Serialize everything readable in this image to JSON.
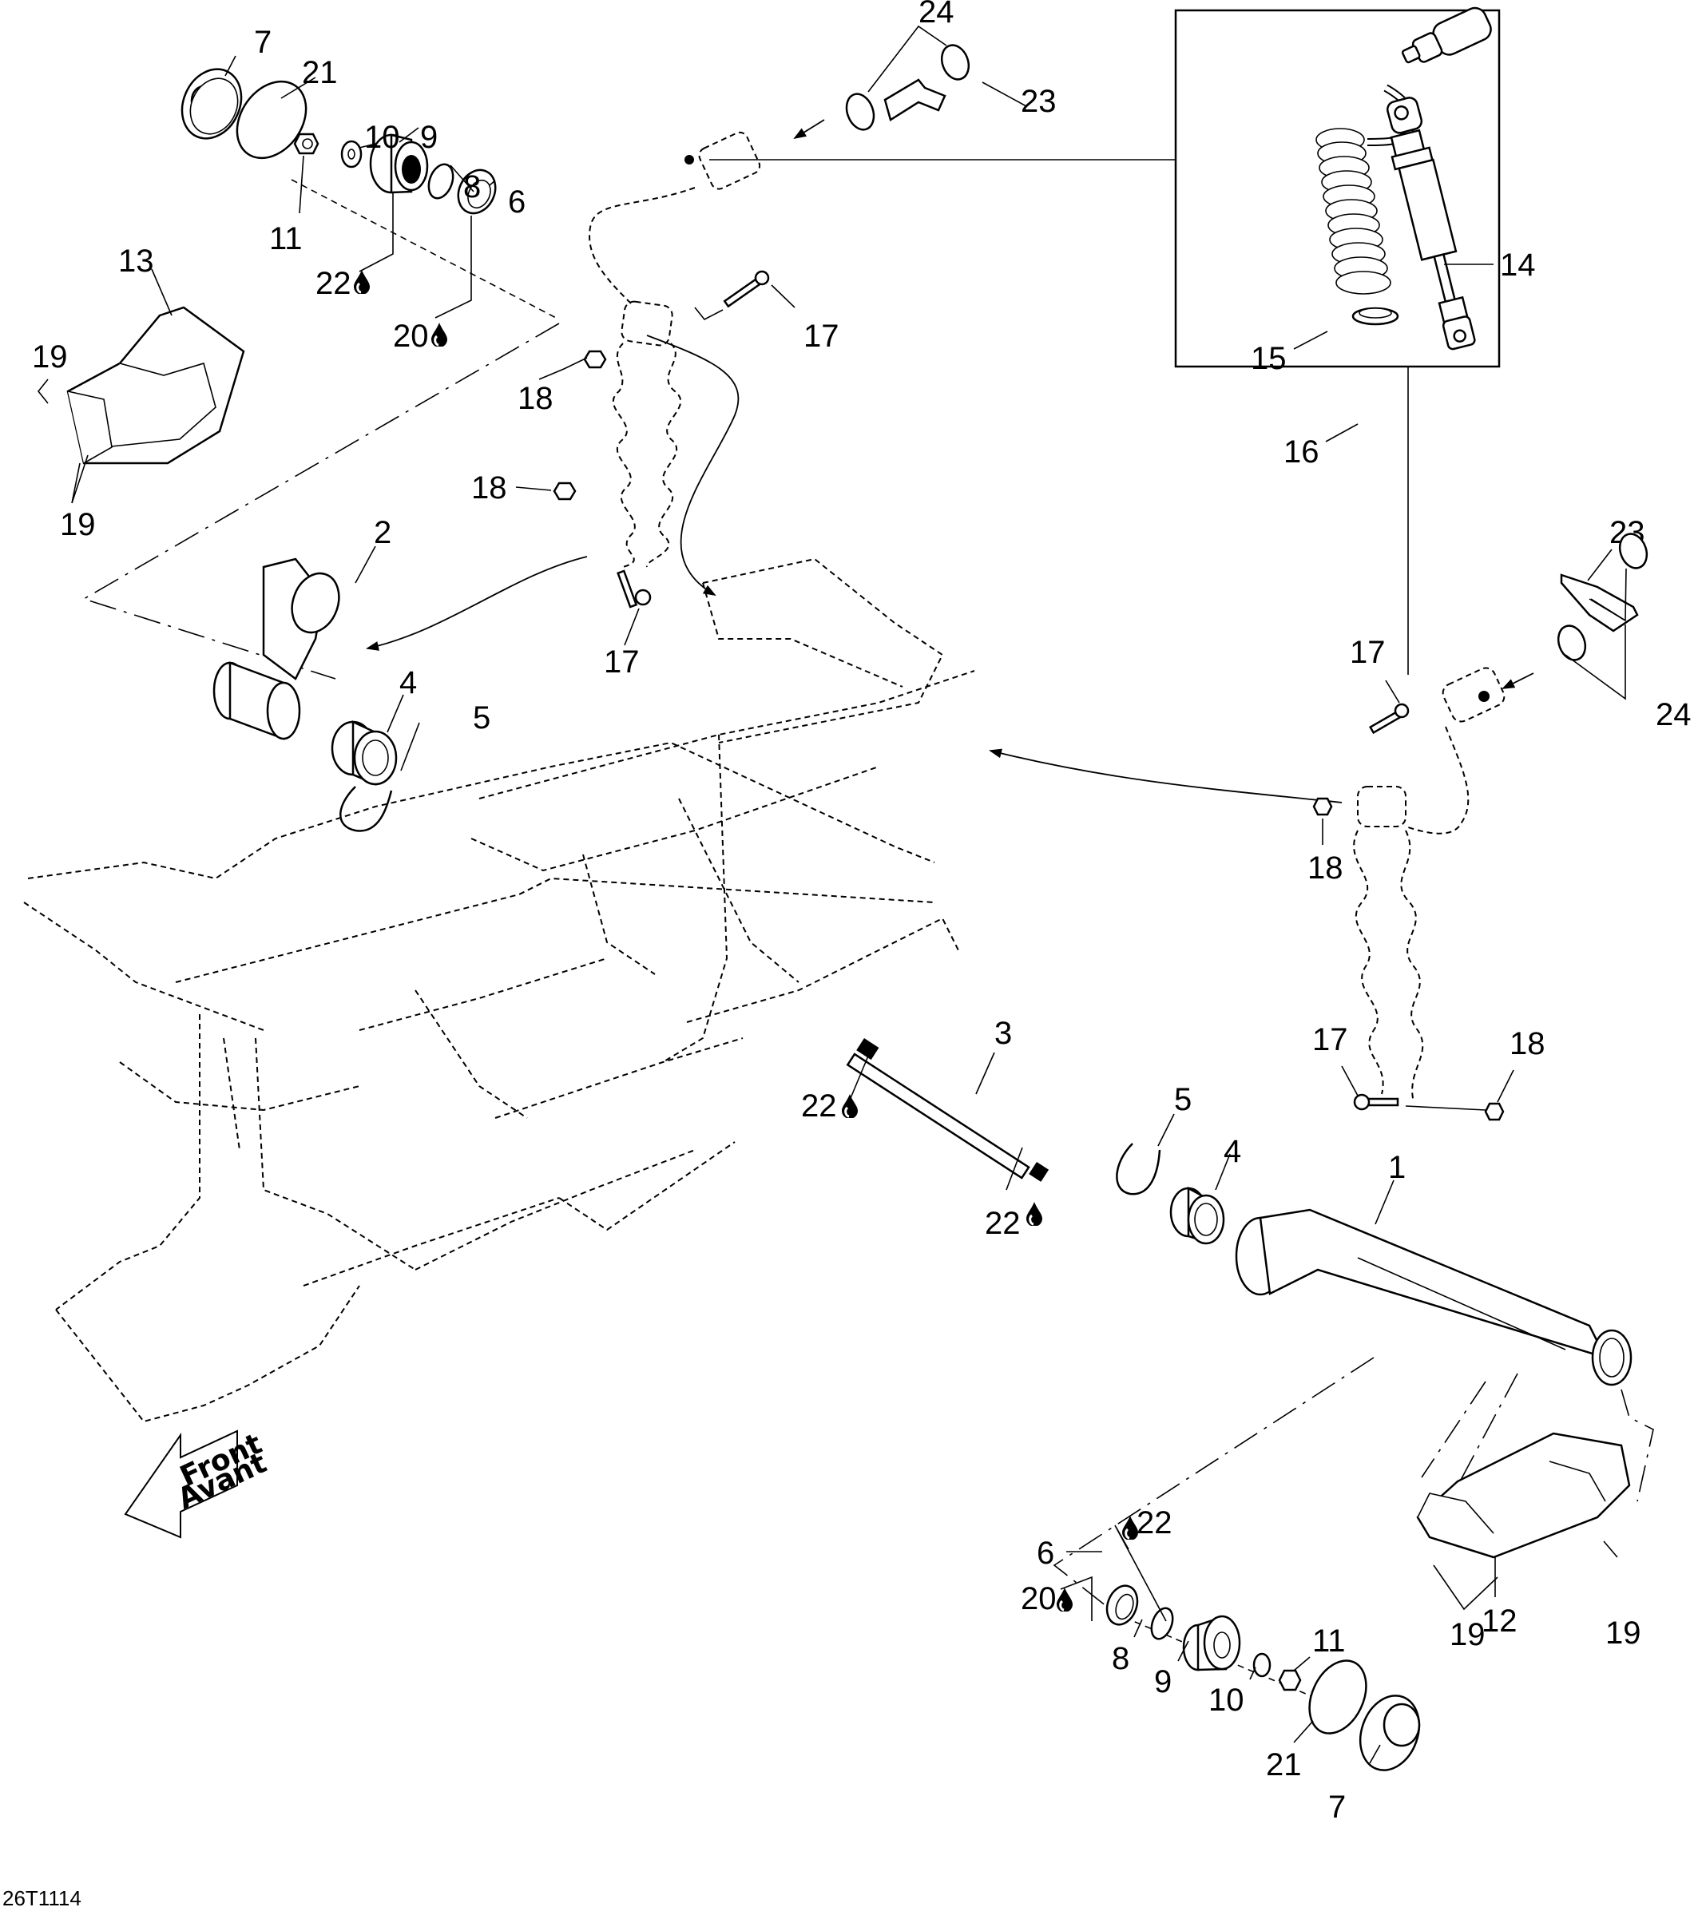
{
  "diagram": {
    "type": "exploded-parts-diagram",
    "subject": "Rear suspension - swing arm and shock absorber",
    "drawing_id": "26T1114",
    "direction_indicator": {
      "line1": "Front",
      "line2": "Avant"
    },
    "lubricant_symbol": "drop-icon",
    "callouts": {
      "top_left": {
        "c7": "7",
        "c21": "21",
        "c10": "10",
        "c9": "9",
        "c11": "11",
        "c8": "8",
        "c6": "6",
        "c22": "22",
        "c20": "20",
        "c13": "13",
        "c19a": "19",
        "c19b": "19"
      },
      "top_center": {
        "c24": "24",
        "c23": "23",
        "c17a": "17",
        "c18a": "18",
        "c18b": "18",
        "c17b": "17"
      },
      "left_center": {
        "c2": "2",
        "c4": "4",
        "c5": "5"
      },
      "inset": {
        "c14": "14",
        "c15": "15",
        "c16": "16"
      },
      "right_shock": {
        "c23": "23",
        "c24": "24",
        "c17a": "17",
        "c18a": "18",
        "c17b": "17",
        "c18b": "18"
      },
      "center": {
        "c3": "3",
        "c22a": "22",
        "c22b": "22",
        "c5": "5",
        "c4": "4",
        "c1": "1"
      },
      "bottom_right": {
        "c6": "6",
        "c20": "20",
        "c22": "22",
        "c8": "8",
        "c9": "9",
        "c10": "10",
        "c11": "11",
        "c21": "21",
        "c7": "7",
        "c19a": "19",
        "c12": "12",
        "c19b": "19"
      }
    }
  }
}
